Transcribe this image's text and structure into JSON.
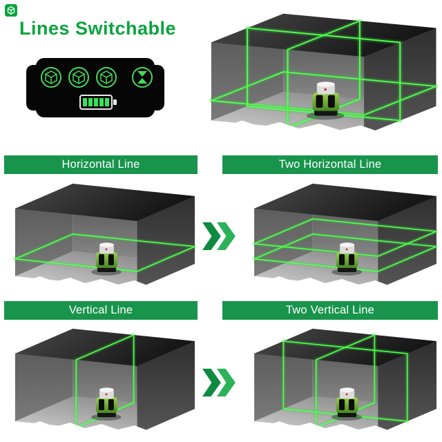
{
  "title": "Lines Switchable",
  "headers": {
    "horizontal": "Horizontal Line",
    "two_horizontal": "Two Horizontal Line",
    "vertical": "Vertical Line",
    "two_vertical": "Two Vertical Line"
  },
  "remote": {
    "icons": [
      "laser-mode-cube-1",
      "laser-mode-cube-2",
      "laser-mode-cube-3",
      "pulse-mode"
    ],
    "battery_bars": 5
  },
  "rooms": [
    {
      "id": "all-lines",
      "lines": [
        "horizontal",
        "vertical-depth",
        "vertical-width"
      ]
    },
    {
      "id": "horizontal-line",
      "lines": [
        "horizontal"
      ]
    },
    {
      "id": "two-horizontal-line",
      "lines": [
        "horizontal",
        "horizontal-upper"
      ]
    },
    {
      "id": "vertical-line",
      "lines": [
        "vertical-depth"
      ]
    },
    {
      "id": "two-vertical-line",
      "lines": [
        "vertical-depth",
        "vertical-width"
      ]
    }
  ],
  "colors": {
    "title_green": "#0ba43e",
    "header_bg": "#18944c",
    "laser_green": "#55ff55",
    "device_green": "#6fbe3a",
    "remote_body": "#060606",
    "remote_icon_green": "#43db58",
    "chevron_dark": "#0f8a41",
    "chevron_light": "#2cb258"
  }
}
